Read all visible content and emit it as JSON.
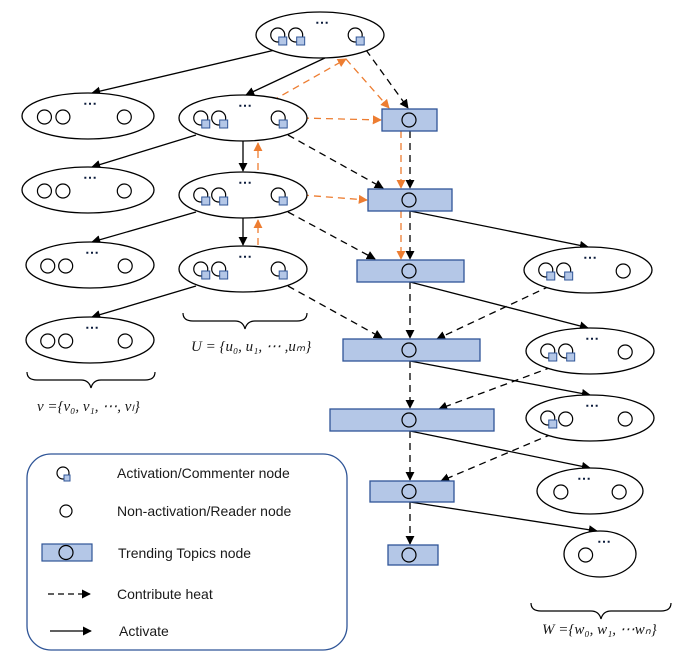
{
  "diagram": {
    "title": "Trending topics propagation diagram",
    "colors": {
      "topic_fill": "#b4c7e7",
      "topic_stroke": "#2f5597",
      "legend_border": "#2f5597",
      "heat_orange": "#ed7d31",
      "line": "#000000"
    },
    "legend": {
      "items": [
        {
          "icon": "activation-node-icon",
          "label": "Activation/Commenter node"
        },
        {
          "icon": "reader-node-icon",
          "label": "Non-activation/Reader node"
        },
        {
          "icon": "trending-topic-node-icon",
          "label": "Trending Topics node"
        },
        {
          "icon": "dashed-arrow-icon",
          "label": "Contribute heat"
        },
        {
          "icon": "solid-arrow-icon",
          "label": "Activate"
        }
      ]
    },
    "set_labels": {
      "U": "U = {u₀, u₁, ⋯ ,uₘ}",
      "V": "v ={v₀, v₁, ⋯, vₗ}",
      "W": "W ={w₀, w₁, ⋯wₙ}"
    },
    "ellipsis": "⋯",
    "groups": {
      "top": {
        "nodes": [
          "active",
          "active",
          "active"
        ]
      },
      "U": [
        {
          "nodes": [
            "active",
            "active",
            "active"
          ]
        },
        {
          "nodes": [
            "active",
            "active",
            "active"
          ]
        },
        {
          "nodes": [
            "active",
            "active",
            "active"
          ]
        }
      ],
      "V": [
        {
          "nodes": [
            "reader",
            "reader",
            "reader"
          ]
        },
        {
          "nodes": [
            "reader",
            "reader",
            "reader"
          ]
        },
        {
          "nodes": [
            "reader",
            "reader",
            "reader"
          ]
        },
        {
          "nodes": [
            "reader",
            "reader",
            "reader"
          ]
        }
      ],
      "W": [
        {
          "nodes": [
            "active",
            "active",
            "reader"
          ]
        },
        {
          "nodes": [
            "active",
            "active",
            "reader"
          ]
        },
        {
          "nodes": [
            "active",
            "reader",
            "reader"
          ]
        },
        {
          "nodes": [
            "reader",
            "reader"
          ]
        },
        {
          "nodes": [
            "reader"
          ]
        }
      ]
    },
    "trending_topics_count": 7
  }
}
